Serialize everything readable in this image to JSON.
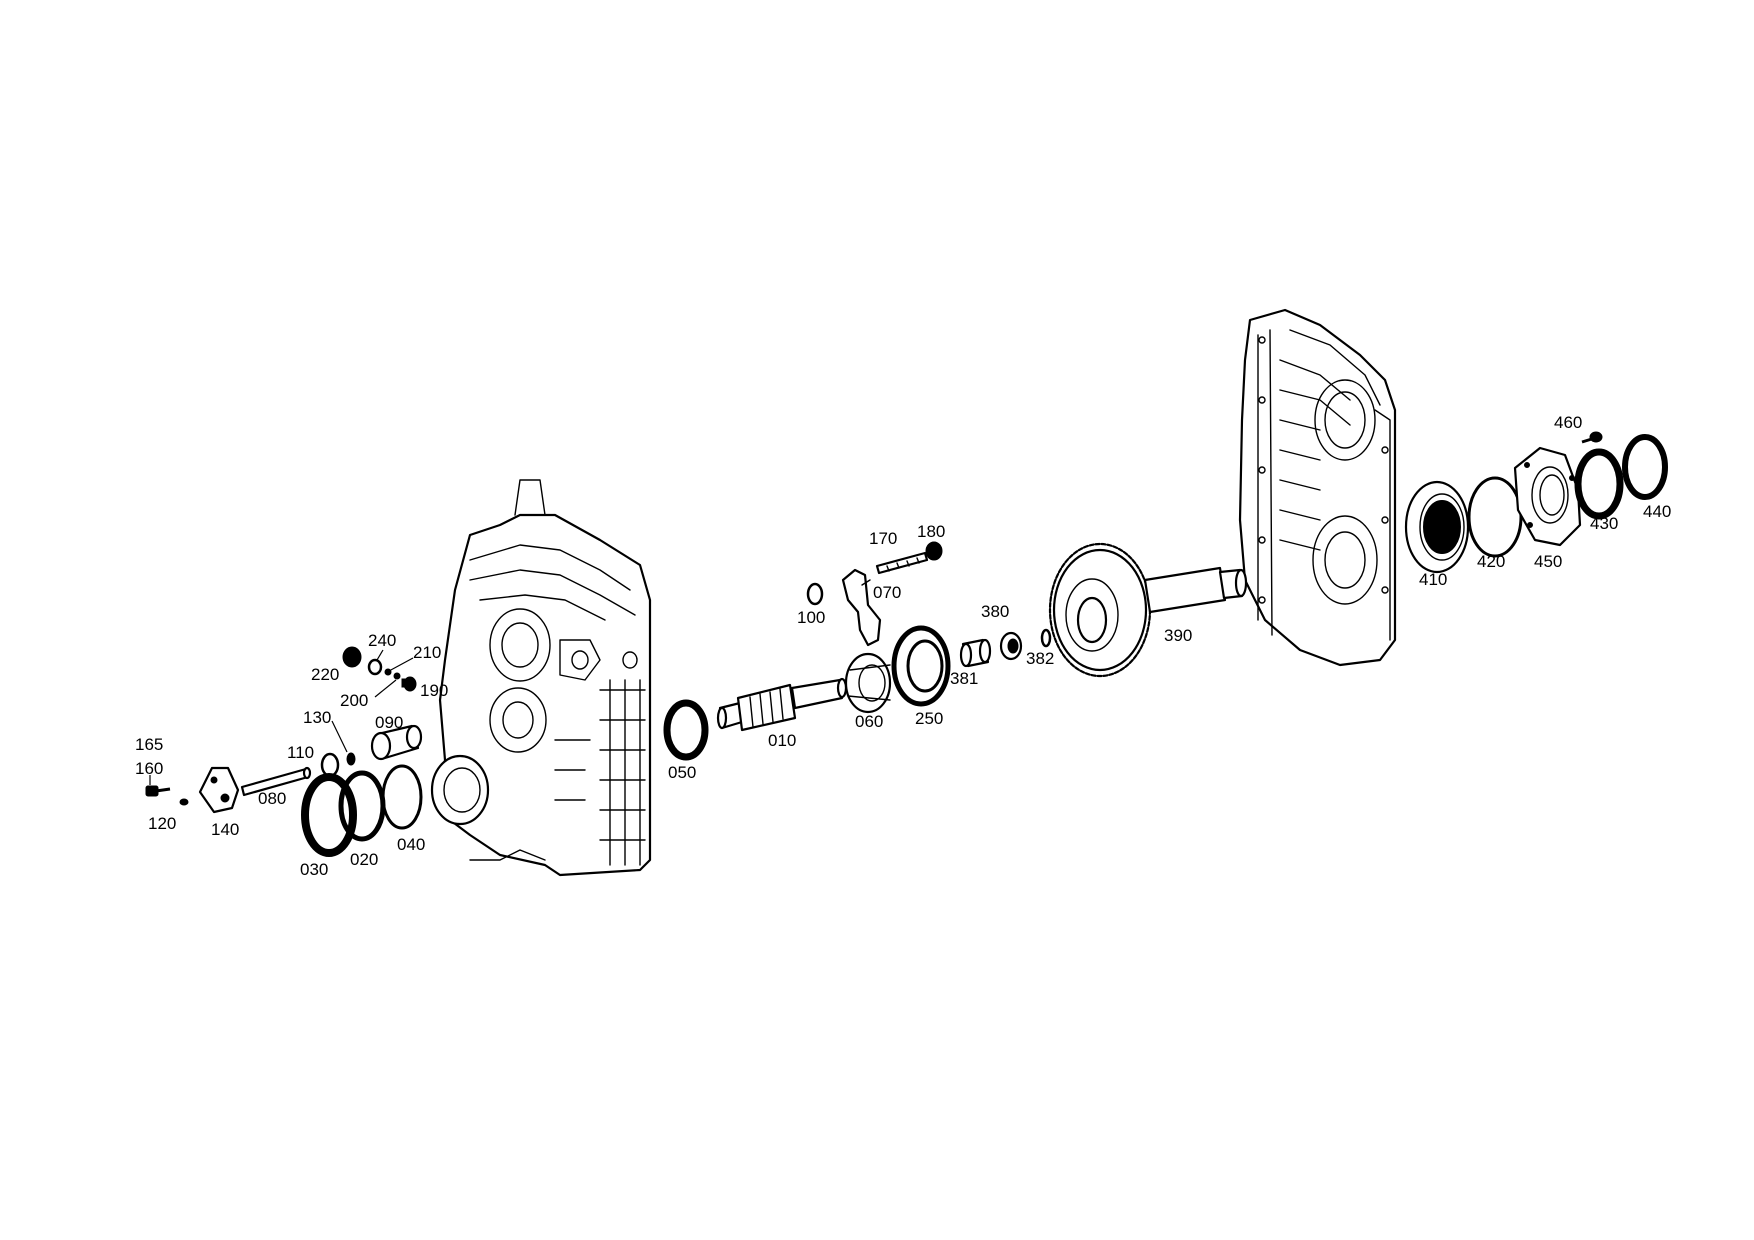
{
  "diagram": {
    "labels": [
      "010",
      "020",
      "030",
      "040",
      "050",
      "060",
      "070",
      "080",
      "090",
      "100",
      "110",
      "120",
      "130",
      "140",
      "160",
      "165",
      "170",
      "180",
      "190",
      "200",
      "210",
      "220",
      "240",
      "250",
      "380",
      "381",
      "382",
      "390",
      "410",
      "420",
      "430",
      "440",
      "450",
      "460"
    ]
  }
}
